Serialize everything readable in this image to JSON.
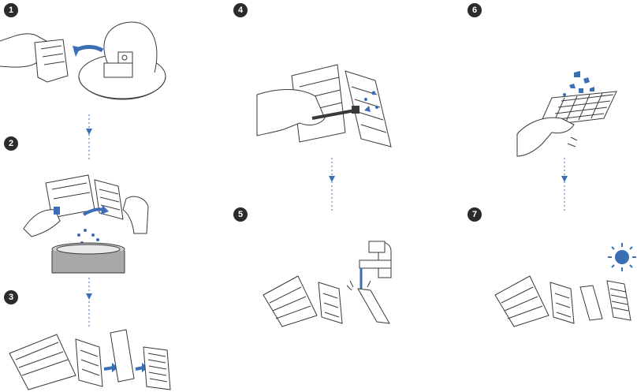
{
  "steps": [
    {
      "number": "1"
    },
    {
      "number": "2"
    },
    {
      "number": "3"
    },
    {
      "number": "4"
    },
    {
      "number": "5"
    },
    {
      "number": "6"
    },
    {
      "number": "7"
    }
  ],
  "colors": {
    "accent_blue": "#3a6eb5",
    "line_dark": "#3a3a3a",
    "badge_fill": "#2b2b2b",
    "bin_grey": "#a8a8a8"
  }
}
